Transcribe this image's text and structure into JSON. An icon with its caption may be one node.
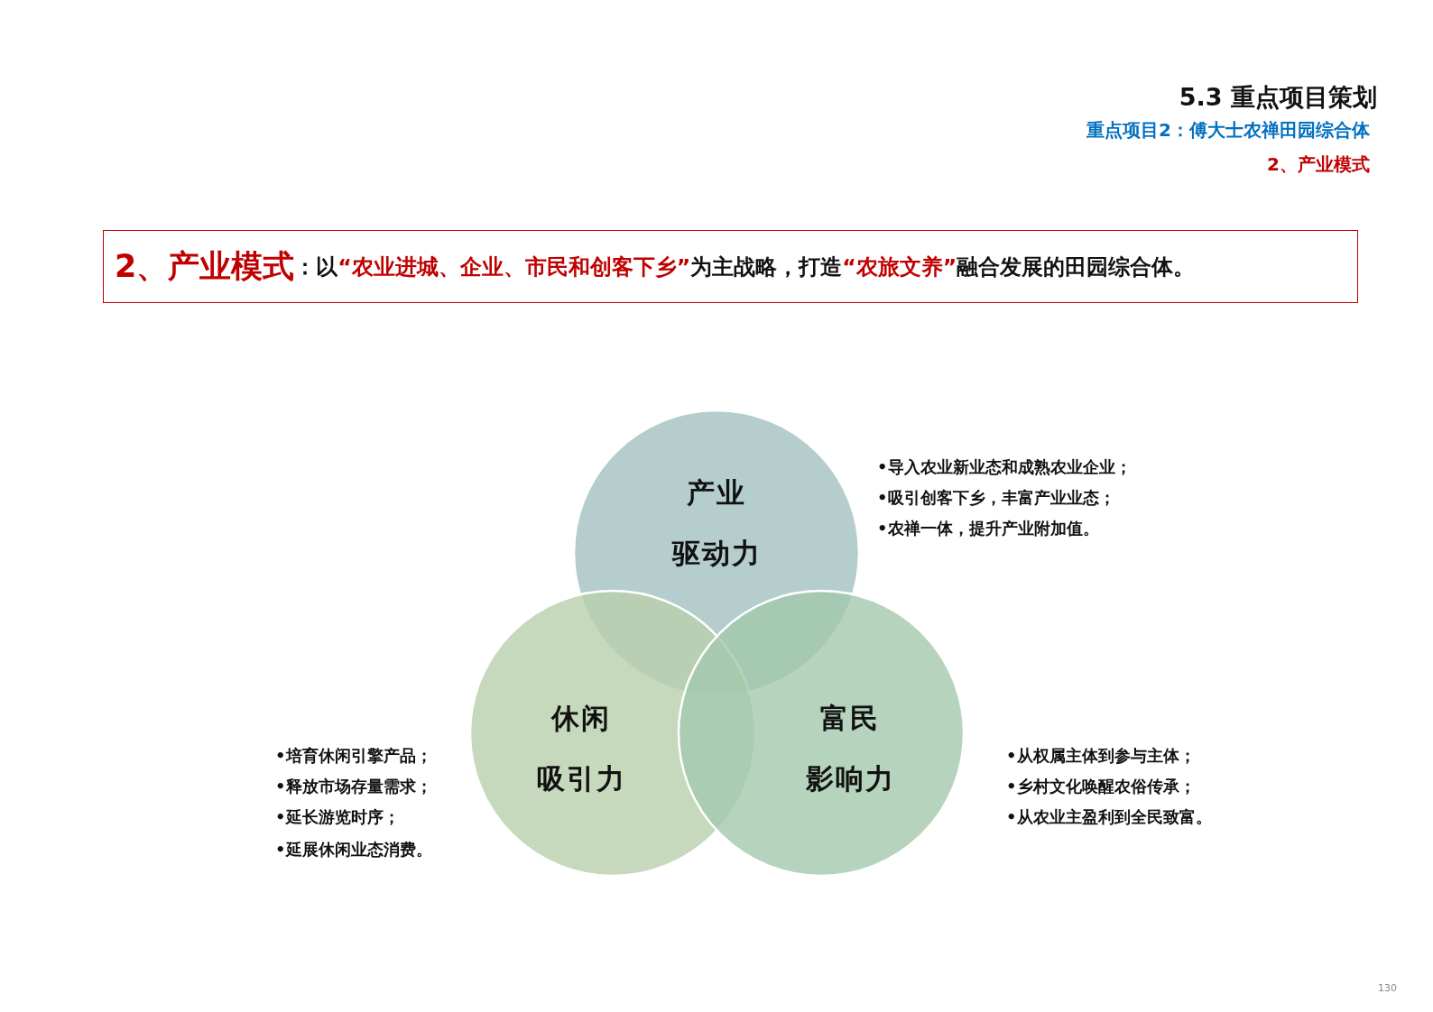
{
  "diagram": {
    "title": "5.3 重点项目策划",
    "nodes": [
      {
        "text": [
          "2、产业模式",
          "：以“农业进城、企业、市民和创客下乡”为主战略，打造“农旅文养”融合发展的田园综合体。"
        ]
      },
      {
        "text": [
          "产业驱动力"
        ],
        "beside": [
          "•导入农业新业态和成熟农业企业；",
          "•吸引创客下乡，丰富产业业态；",
          "•农禅一体，提升产业附加值。"
        ]
      },
      {
        "text": [
          "休闲吸引力"
        ],
        "beside": [
          "•培育休闲引擎产品；",
          "•释放市场存量需求；",
          "•延长游览时序；",
          "•延展休闲业态消费。"
        ]
      },
      {
        "text": [
          "富民影响力"
        ],
        "beside": [
          "•从权属主体到参与主体；",
          "•乡村文化唤醒农俗传承；",
          "•从农业主盈利到全民致富。"
        ]
      }
    ],
    "labels": [
      "重点项目2：傅大士农禅田园综合体",
      "2、产业模式",
      "130"
    ]
  }
}
